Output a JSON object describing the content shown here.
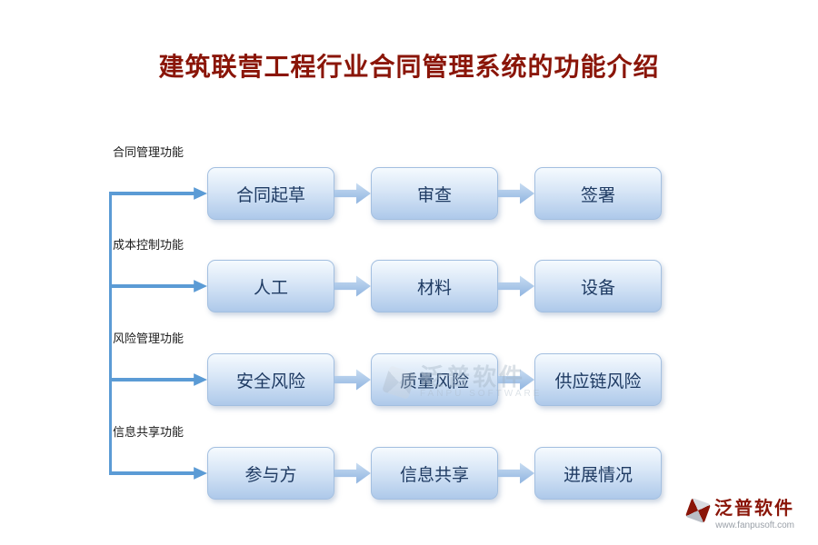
{
  "title": "建筑联营工程行业合同管理系统的功能介绍",
  "rows": [
    {
      "label": "合同管理功能",
      "boxes": [
        "合同起草",
        "审查",
        "签署"
      ]
    },
    {
      "label": "成本控制功能",
      "boxes": [
        "人工",
        "材料",
        "设备"
      ]
    },
    {
      "label": "风险管理功能",
      "boxes": [
        "安全风险",
        "质量风险",
        "供应链风险"
      ]
    },
    {
      "label": "信息共享功能",
      "boxes": [
        "参与方",
        "信息共享",
        "进展情况"
      ]
    }
  ],
  "watermark": {
    "brand": "泛普软件",
    "caption": "FANPU SOFTWARE"
  },
  "footer": {
    "brand": "泛普软件",
    "url": "www.fanpusoft.com"
  },
  "colors": {
    "title": "#8a1508",
    "box_text": "#1f3b63",
    "branch_arrow": "#5b9bd5",
    "connector_arrow": "#9cc2e6"
  }
}
